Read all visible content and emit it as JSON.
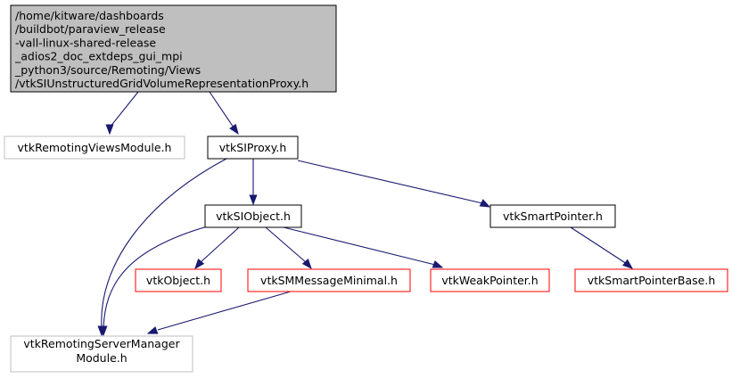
{
  "diagram": {
    "nodes": [
      {
        "id": "root",
        "lines": [
          "/home/kitware/dashboards",
          "/buildbot/paraview_release",
          "-vall-linux-shared-release",
          "_adios2_doc_extdeps_gui_mpi",
          "_python3/source/Remoting/Views",
          "/vtkSIUnstructuredGridVolumeRepresentationProxy.h"
        ],
        "fill": "#bfbfbf",
        "stroke": "#000000"
      },
      {
        "id": "remoting_views_module",
        "lines": [
          "vtkRemotingViewsModule.h"
        ],
        "fill": "#ffffff",
        "stroke": "#bfbfbf"
      },
      {
        "id": "si_proxy",
        "lines": [
          "vtkSIProxy.h"
        ],
        "fill": "#ffffff",
        "stroke": "#000000"
      },
      {
        "id": "si_object",
        "lines": [
          "vtkSIObject.h"
        ],
        "fill": "#ffffff",
        "stroke": "#000000"
      },
      {
        "id": "smart_pointer",
        "lines": [
          "vtkSmartPointer.h"
        ],
        "fill": "#ffffff",
        "stroke": "#000000"
      },
      {
        "id": "object",
        "lines": [
          "vtkObject.h"
        ],
        "fill": "#ffffff",
        "stroke": "#ff0000"
      },
      {
        "id": "sm_message_minimal",
        "lines": [
          "vtkSMMessageMinimal.h"
        ],
        "fill": "#ffffff",
        "stroke": "#ff0000"
      },
      {
        "id": "weak_pointer",
        "lines": [
          "vtkWeakPointer.h"
        ],
        "fill": "#ffffff",
        "stroke": "#ff0000"
      },
      {
        "id": "smart_pointer_base",
        "lines": [
          "vtkSmartPointerBase.h"
        ],
        "fill": "#ffffff",
        "stroke": "#ff0000"
      },
      {
        "id": "remoting_server_manager_module",
        "lines": [
          "vtkRemotingServerManager",
          "Module.h"
        ],
        "fill": "#ffffff",
        "stroke": "#bfbfbf"
      }
    ],
    "edges": [
      {
        "from": "root",
        "to": "remoting_views_module"
      },
      {
        "from": "root",
        "to": "si_proxy"
      },
      {
        "from": "si_proxy",
        "to": "si_object"
      },
      {
        "from": "si_proxy",
        "to": "smart_pointer"
      },
      {
        "from": "si_proxy",
        "to": "remoting_server_manager_module"
      },
      {
        "from": "si_object",
        "to": "object"
      },
      {
        "from": "si_object",
        "to": "sm_message_minimal"
      },
      {
        "from": "si_object",
        "to": "weak_pointer"
      },
      {
        "from": "si_object",
        "to": "remoting_server_manager_module"
      },
      {
        "from": "smart_pointer",
        "to": "smart_pointer_base"
      },
      {
        "from": "sm_message_minimal",
        "to": "remoting_server_manager_module"
      }
    ],
    "colors": {
      "edge": "#191970"
    }
  }
}
